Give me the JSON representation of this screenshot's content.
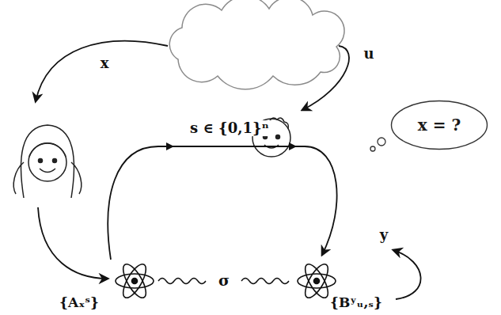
{
  "diagram": {
    "nodes": [
      {
        "text": [
          "x = ?"
        ]
      }
    ],
    "labels": [
      "x",
      "u",
      "s ∈ {0,1}ⁿ",
      "σ",
      "{Aₓˢ}",
      "{Bʸᵤ,ₛ}",
      "y"
    ]
  }
}
